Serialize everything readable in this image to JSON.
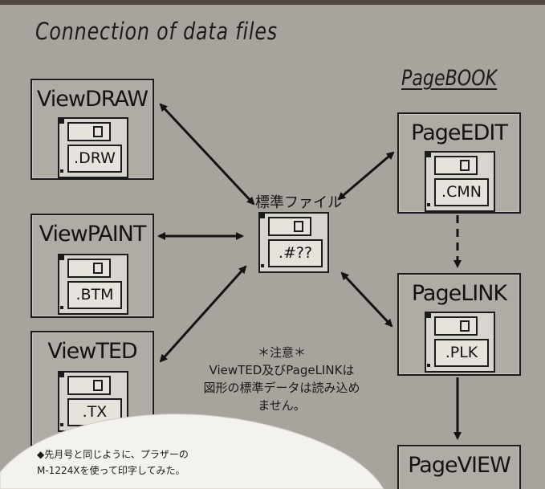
{
  "title": "Connection of data files",
  "group_label": "PageBOOK",
  "center": {
    "label": "標準ファイル",
    "extension": ".#??"
  },
  "apps": [
    {
      "name": "ViewDRAW",
      "extension": ".DRW"
    },
    {
      "name": "ViewPAINT",
      "extension": ".BTM"
    },
    {
      "name": "ViewTED",
      "extension": ".TX"
    },
    {
      "name": "PageEDIT",
      "extension": ".CMN"
    },
    {
      "name": "PageLINK",
      "extension": ".PLK"
    },
    {
      "name": "PageVIEW",
      "extension": ""
    }
  ],
  "note": {
    "heading": "＊注意＊",
    "line1": "ViewTED及びPageLINKは",
    "line2": "図形の標準データは読み込め",
    "line3": "ません。"
  },
  "caption": {
    "line1": "◆先月号と同じように、プラザーの",
    "line2": "M-1224Xを使って印字してみた。"
  },
  "colors": {
    "paper": "#a8a39d",
    "ink": "#1c1b1b",
    "page_overlay": "#f4f2ee"
  }
}
